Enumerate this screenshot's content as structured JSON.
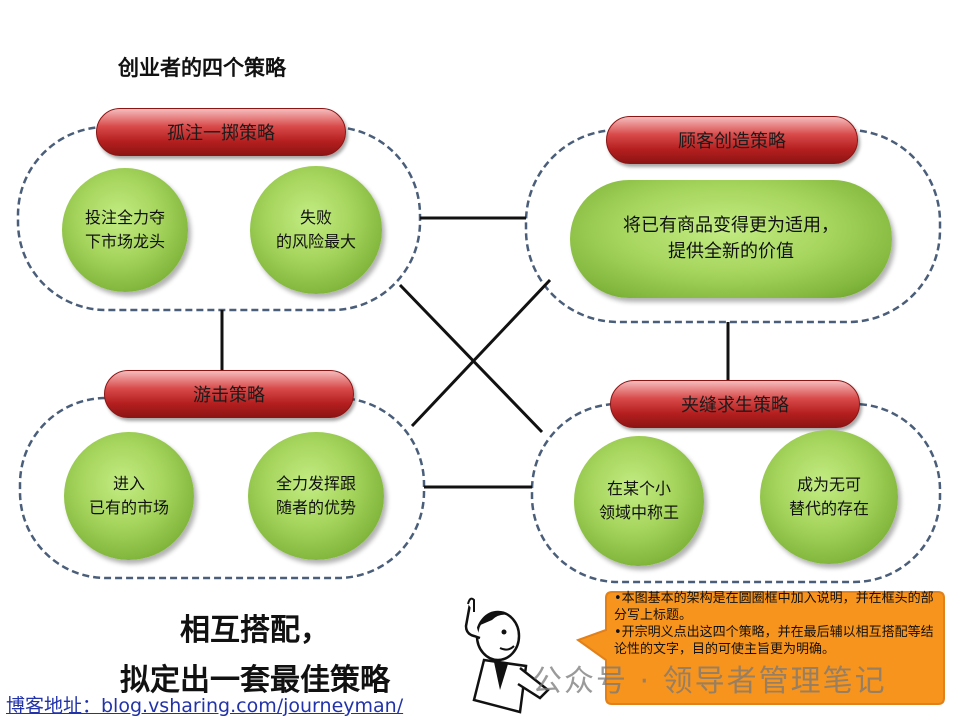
{
  "title": "创业者的四个策略",
  "strategies": {
    "top_left": {
      "label": "孤注一掷策略",
      "points": [
        "投注全力夺\n下市场龙头",
        "失败\n的风险最大"
      ]
    },
    "top_right": {
      "label": "顾客创造策略",
      "points": [
        "将已有商品变得更为适用，\n提供全新的价值"
      ]
    },
    "bottom_left": {
      "label": "游击策略",
      "points": [
        "进入\n已有的市场",
        "全力发挥跟\n随者的优势"
      ]
    },
    "bottom_right": {
      "label": "夹缝求生策略",
      "points": [
        "在某个小\n领域中称王",
        "成为无可\n替代的存在"
      ]
    }
  },
  "slogan": {
    "line1": "相互搭配，",
    "line2": "拟定出一套最佳策略"
  },
  "url_text": "博客地址：blog.vsharing.com/journeyman/",
  "watermark": "公众号 · 领导者管理笔记",
  "callout": {
    "line1": "•本图基本的架构是在圆圈框中加入说明，并在框头的部分写上标题。",
    "line2": "•开宗明义点出这四个策略，并在最后辅以相互搭配等结论性的文字，目的可使主旨更为明确。"
  },
  "colors": {
    "pill_red": "#b51f1f",
    "circle_green": "#a6d55d",
    "dashed_border": "#4a5e7a",
    "callout_fill": "#f7941d"
  }
}
